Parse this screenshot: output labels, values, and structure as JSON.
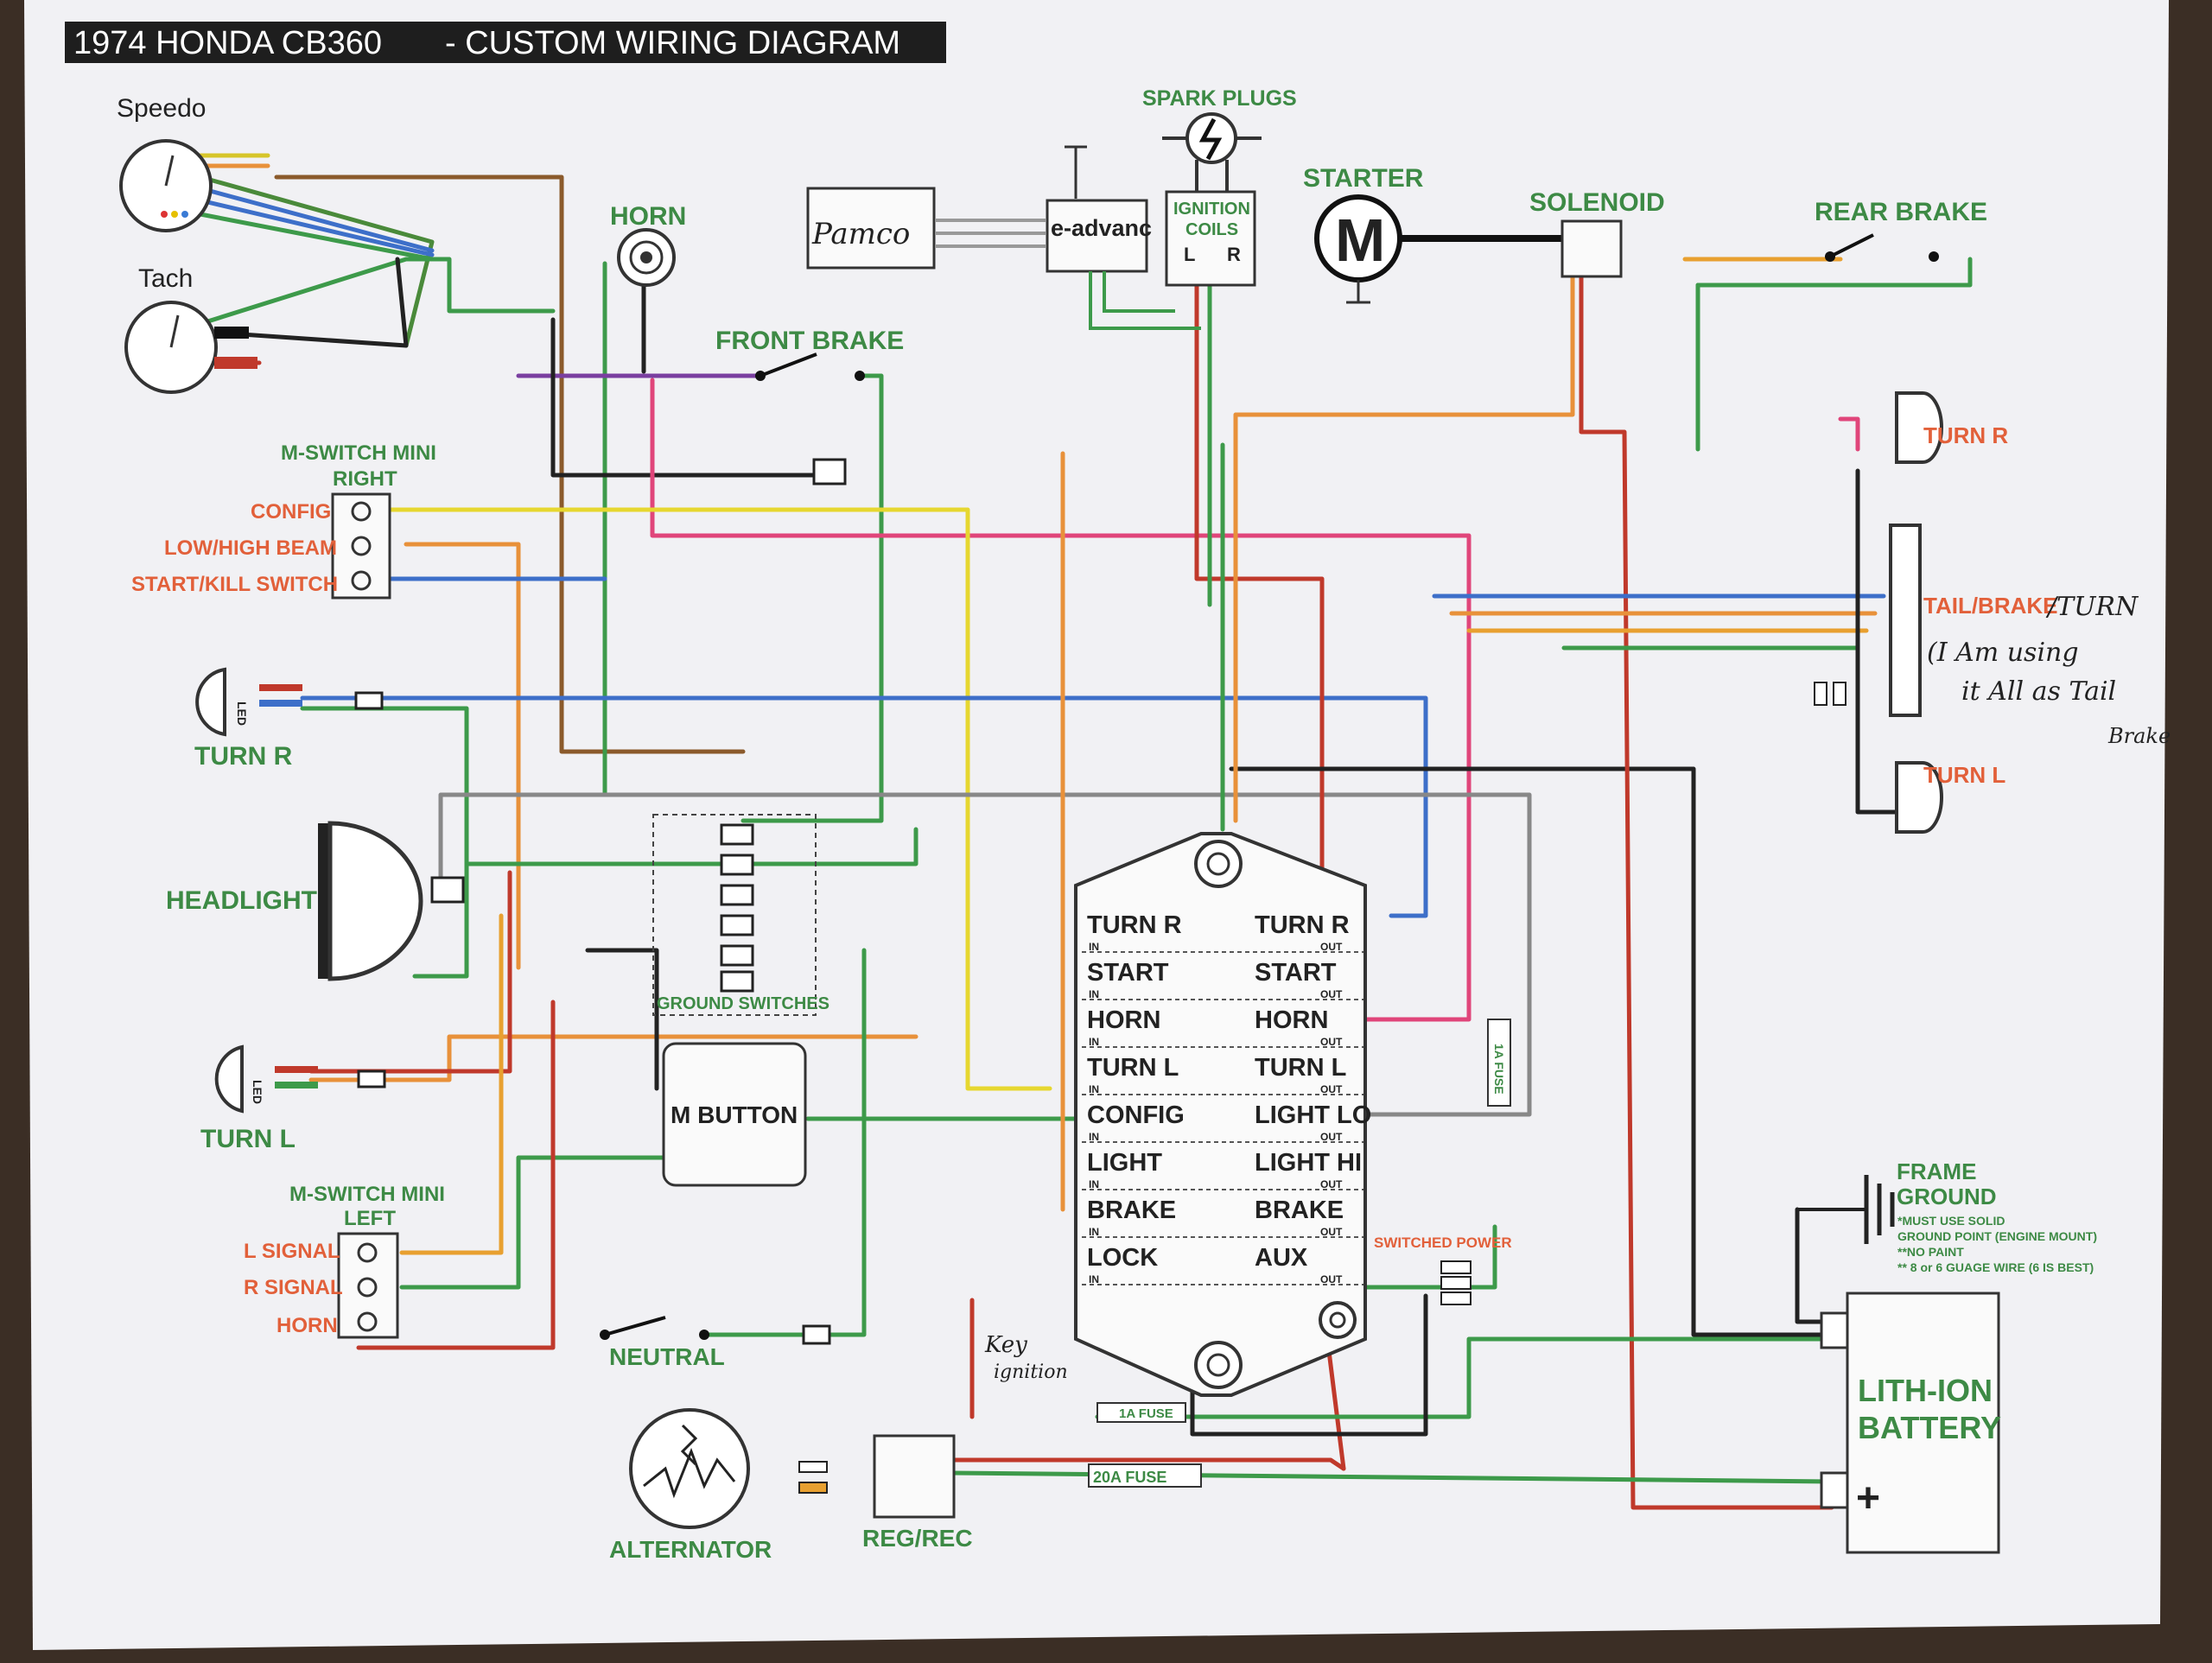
{
  "title": {
    "year_model": "1974 HONDA CB360",
    "subtitle": "- CUSTOM WIRING DIAGRAM"
  },
  "gauges": {
    "speedo": "Speedo",
    "tach": "Tach"
  },
  "components": {
    "horn": "HORN",
    "pamco": "Pamco",
    "e_advance": "e-advanc",
    "spark_plugs": "SPARK PLUGS",
    "ignition_coils_line1": "IGNITION",
    "ignition_coils_line2": "COILS",
    "coil_l": "L",
    "coil_r": "R",
    "starter": "STARTER",
    "starter_symbol": "M",
    "solenoid": "SOLENOID",
    "rear_brake": "REAR BRAKE",
    "front_brake": "FRONT BRAKE",
    "headlight": "HEADLIGHT",
    "turn_r_front": "TURN R",
    "turn_l_front": "TURN L",
    "led": "LED",
    "ground_switches": "GROUND SWITCHES",
    "m_button": "M BUTTON",
    "neutral": "NEUTRAL",
    "alternator": "ALTERNATOR",
    "reg_rec": "REG/REC",
    "fuse_1a_a": "1A FUSE",
    "fuse_1a_b": "1A FUSE",
    "fuse_20a": "20A FUSE",
    "switched_power": "SWITCHED POWER",
    "battery_line1": "LITH-ION",
    "battery_line2": "BATTERY",
    "battery_plus": "+",
    "frame_ground_line1": "FRAME",
    "frame_ground_line2": "GROUND",
    "frame_note1": "*MUST USE SOLID",
    "frame_note2": "GROUND POINT (ENGINE MOUNT)",
    "frame_note3": "**NO PAINT",
    "frame_note4": "** 8 or 6 GUAGE WIRE (6 IS BEST)",
    "turn_r_rear": "TURN R",
    "tail_brake": "TAIL/BRAKE",
    "turn_l_rear": "TURN L"
  },
  "mswitch_right": {
    "title_line1": "M-SWITCH MINI",
    "title_line2": "RIGHT",
    "items": [
      "CONFIG",
      "LOW/HIGH BEAM",
      "START/KILL SWITCH"
    ]
  },
  "mswitch_left": {
    "title_line1": "M-SWITCH MINI",
    "title_line2": "LEFT",
    "items": [
      "L SIGNAL",
      "R SIGNAL",
      "HORN"
    ]
  },
  "munit": {
    "in_tag": "IN",
    "out_tag": "OUT",
    "rows": [
      {
        "left": "TURN R",
        "right": "TURN R"
      },
      {
        "left": "START",
        "right": "START"
      },
      {
        "left": "HORN",
        "right": "HORN"
      },
      {
        "left": "TURN L",
        "right": "TURN L"
      },
      {
        "left": "CONFIG",
        "right": "LIGHT LO"
      },
      {
        "left": "LIGHT",
        "right": "LIGHT HI"
      },
      {
        "left": "BRAKE",
        "right": "BRAKE"
      },
      {
        "left": "LOCK",
        "right": "AUX"
      }
    ]
  },
  "handwriting": {
    "turn_note": "/TURN",
    "note_line1": "(I Am using",
    "note_line2": "it All as Tail",
    "note_line3": "Brake",
    "key_line1": "Key",
    "key_line2": "ignition"
  }
}
